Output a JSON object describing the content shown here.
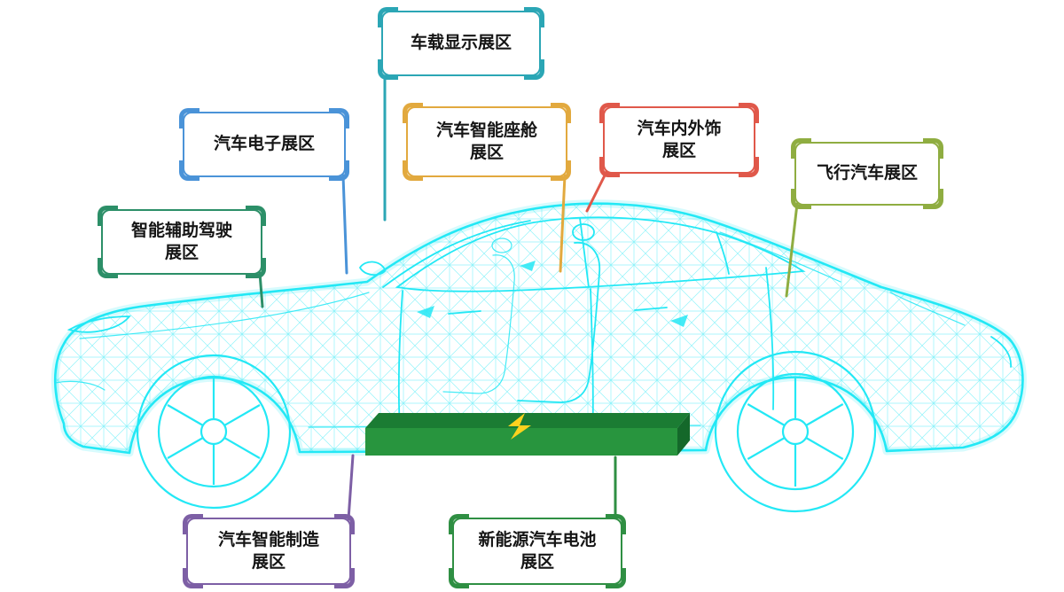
{
  "labels": [
    {
      "name": "vehicle-display",
      "lines": [
        "车载显示展区"
      ],
      "color": "#2ba6b5"
    },
    {
      "name": "automotive-electronics",
      "lines": [
        "汽车电子展区"
      ],
      "color": "#4a93d8"
    },
    {
      "name": "smart-cockpit",
      "lines": [
        "汽车智能座舱",
        "展区"
      ],
      "color": "#e2a93e"
    },
    {
      "name": "interior-exterior-trim",
      "lines": [
        "汽车内外饰",
        "展区"
      ],
      "color": "#e0584a"
    },
    {
      "name": "flying-car",
      "lines": [
        "飞行汽车展区"
      ],
      "color": "#8fad41"
    },
    {
      "name": "intelligent-assisted-driving",
      "lines": [
        "智能辅助驾驶",
        "展区"
      ],
      "color": "#2c8f68"
    },
    {
      "name": "smart-manufacturing",
      "lines": [
        "汽车智能制造",
        "展区"
      ],
      "color": "#7d5fa5"
    },
    {
      "name": "nev-battery",
      "lines": [
        "新能源汽车电池",
        "展区"
      ],
      "color": "#2f8f43"
    }
  ],
  "battery": {
    "icon": "lightning-bolt"
  },
  "colors": {
    "car": "#23e8f5",
    "batteryTop": "#1b7c33",
    "batteryFront": "#28953e",
    "batterySide": "#14682a",
    "bolt": "#ffd21e",
    "labelText": "#151515"
  }
}
